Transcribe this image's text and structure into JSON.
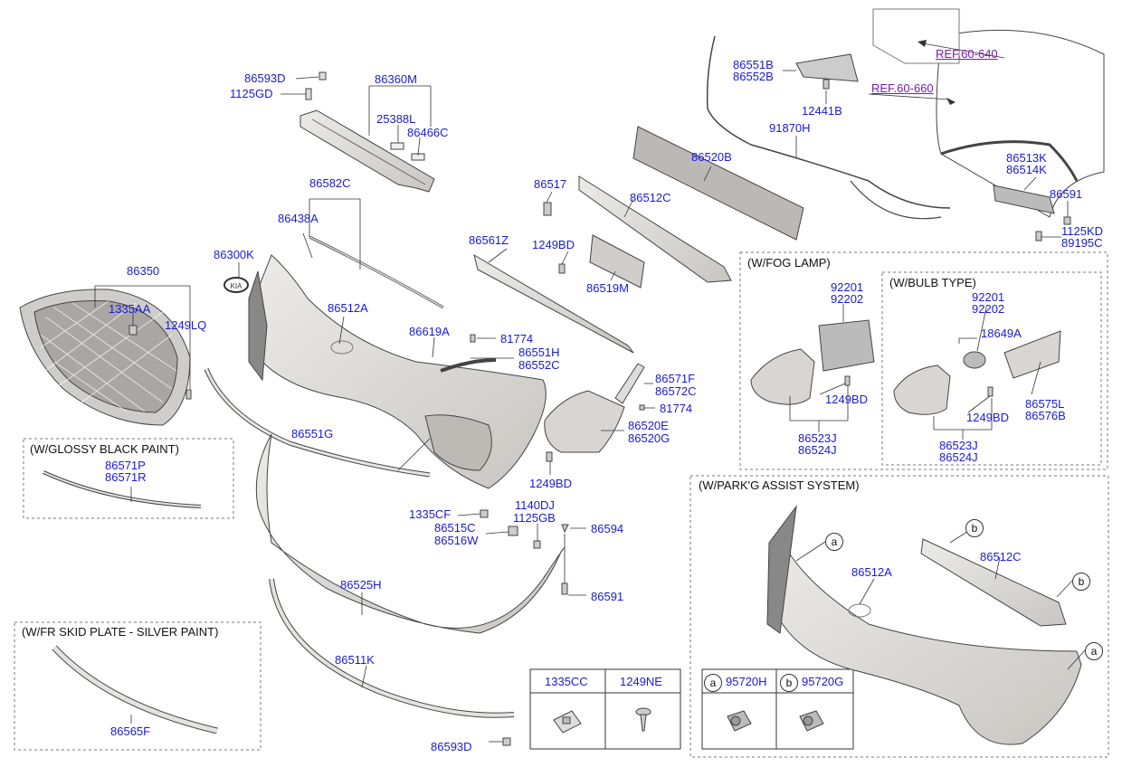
{
  "refs": [
    "REF.60-640",
    "REF.60-660"
  ],
  "boxes": {
    "glossy": "(W/GLOSSY BLACK PAINT)",
    "skid": "(W/FR SKID PLATE - SILVER PAINT)",
    "fog": "(W/FOG LAMP)",
    "bulb": "(W/BULB TYPE)",
    "park": "(W/PARK'G ASSIST SYSTEM)"
  },
  "table_main": {
    "headers": [
      "1335CC",
      "1249NE"
    ]
  },
  "table_park": {
    "items": [
      {
        "letter": "a",
        "part": "95720H"
      },
      {
        "letter": "b",
        "part": "95720G"
      }
    ]
  },
  "callout_letters": {
    "a": "a",
    "b": "b"
  },
  "labels": {
    "p86593D_top": "86593D",
    "p1125GD": "1125GD",
    "p86360M": "86360M",
    "p25388L": "25388L",
    "p86466C": "86466C",
    "p86582C": "86582C",
    "p86438A": "86438A",
    "p86300K": "86300K",
    "p86350": "86350",
    "p1335AA": "1335AA",
    "p1249LQ": "1249LQ",
    "p86512A": "86512A",
    "p86619A": "86619A",
    "p86561Z": "86561Z",
    "p86517": "86517",
    "p86512C": "86512C",
    "p1249BD_a": "1249BD",
    "p86519M": "86519M",
    "p86520B": "86520B",
    "p86551B": "86551B",
    "p86552B": "86552B",
    "p12441B": "12441B",
    "p91870H": "91870H",
    "p86513K": "86513K",
    "p86514K": "86514K",
    "p86591_r": "86591",
    "p1125KD": "1125KD",
    "p89195C": "89195C",
    "p81774_a": "81774",
    "p86551H": "86551H",
    "p86552C": "86552C",
    "p86571F": "86571F",
    "p86572C": "86572C",
    "p81774_b": "81774",
    "p86520E": "86520E",
    "p86520G": "86520G",
    "p86551G": "86551G",
    "p1249BD_b": "1249BD",
    "p86571P": "86571P",
    "p86571R": "86571R",
    "p1335CF": "1335CF",
    "p1140DJ": "1140DJ",
    "p1125GB": "1125GB",
    "p86594": "86594",
    "p86515C": "86515C",
    "p86516W": "86516W",
    "p86525H": "86525H",
    "p86591_m": "86591",
    "p86511K": "86511K",
    "p86565F": "86565F",
    "p86593D_bot": "86593D",
    "p92201_f": "92201",
    "p92202_f": "92202",
    "p1249BD_f": "1249BD",
    "p86523J_f": "86523J",
    "p86524J_f": "86524J",
    "p92201_b": "92201",
    "p92202_b": "92202",
    "p18649A": "18649A",
    "p86575L": "86575L",
    "p86576B": "86576B",
    "p1249BD_bb": "1249BD",
    "p86523J_b": "86523J",
    "p86524J_b": "86524J",
    "p86512A_p": "86512A",
    "p86512C_p": "86512C"
  },
  "colors": {
    "label": "#1a1ad6",
    "ref": "#7a1bb0",
    "part_fill": "#d9d6d3",
    "part_stroke": "#444444"
  }
}
